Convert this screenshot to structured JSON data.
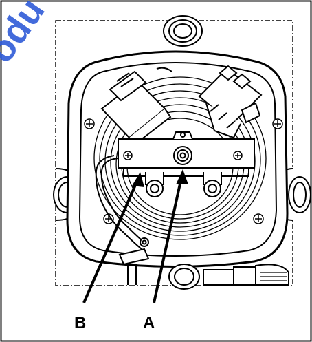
{
  "diagram": {
    "labels": [
      {
        "id": "B",
        "text": "B"
      },
      {
        "id": "A",
        "text": "A"
      }
    ],
    "watermark_text": "odu",
    "colors": {
      "line": "#000000",
      "background": "#ffffff",
      "watermark": "#2f5bd8"
    }
  }
}
